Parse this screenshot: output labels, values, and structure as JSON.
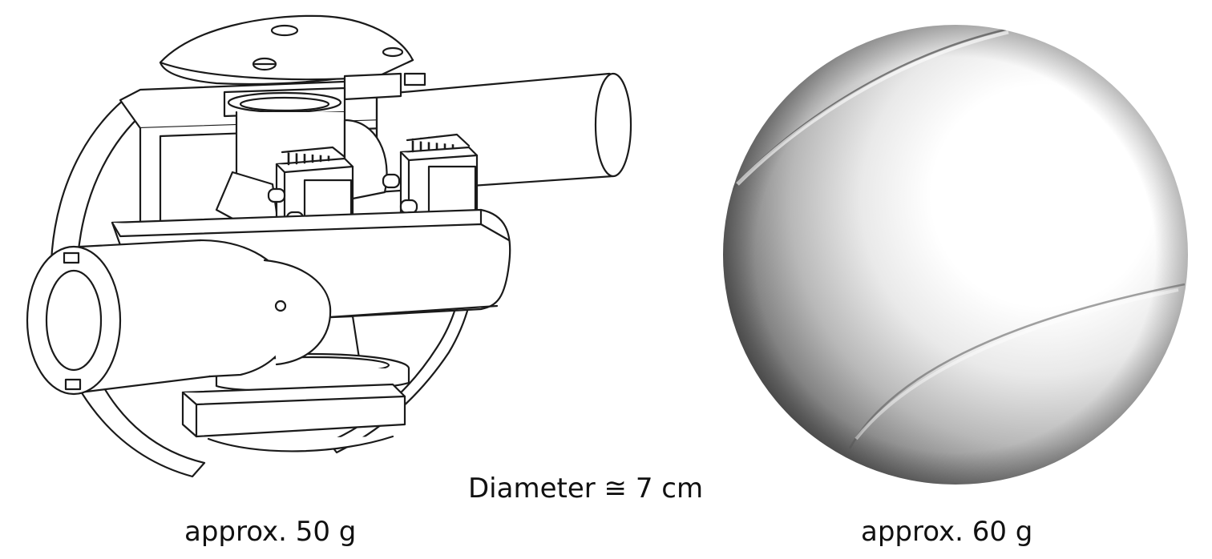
{
  "figure": {
    "diameter_label": "Diameter ≅ 7 cm",
    "left_object": {
      "icon": "mechanism-drawing",
      "mass_label": "approx. 50 g"
    },
    "right_object": {
      "icon": "shaded-ball",
      "mass_label": "approx. 60 g"
    }
  },
  "colors": {
    "line": "#1a1a1a",
    "background": "#ffffff",
    "ball_dark": "#3a3a3a",
    "ball_light": "#ffffff"
  }
}
